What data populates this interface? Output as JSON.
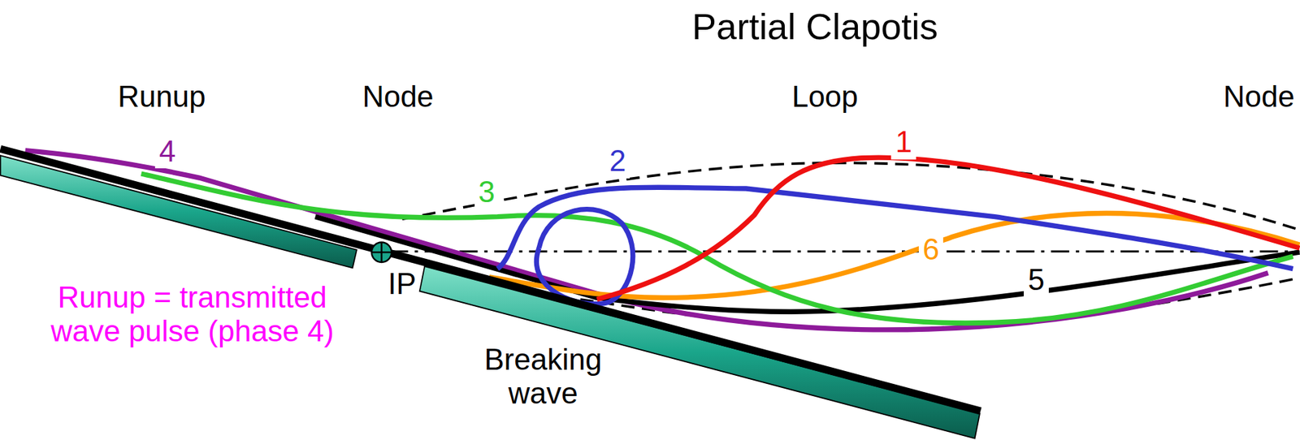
{
  "diagram": {
    "title": "Partial Clapotis",
    "labels": [
      "Runup",
      "Node",
      "Loop",
      "Node",
      "1",
      "4",
      "2",
      "3",
      "6",
      "IP",
      "5",
      "Runup = transmitted wave pulse (phase 4)",
      "Breaking wave"
    ]
  }
}
